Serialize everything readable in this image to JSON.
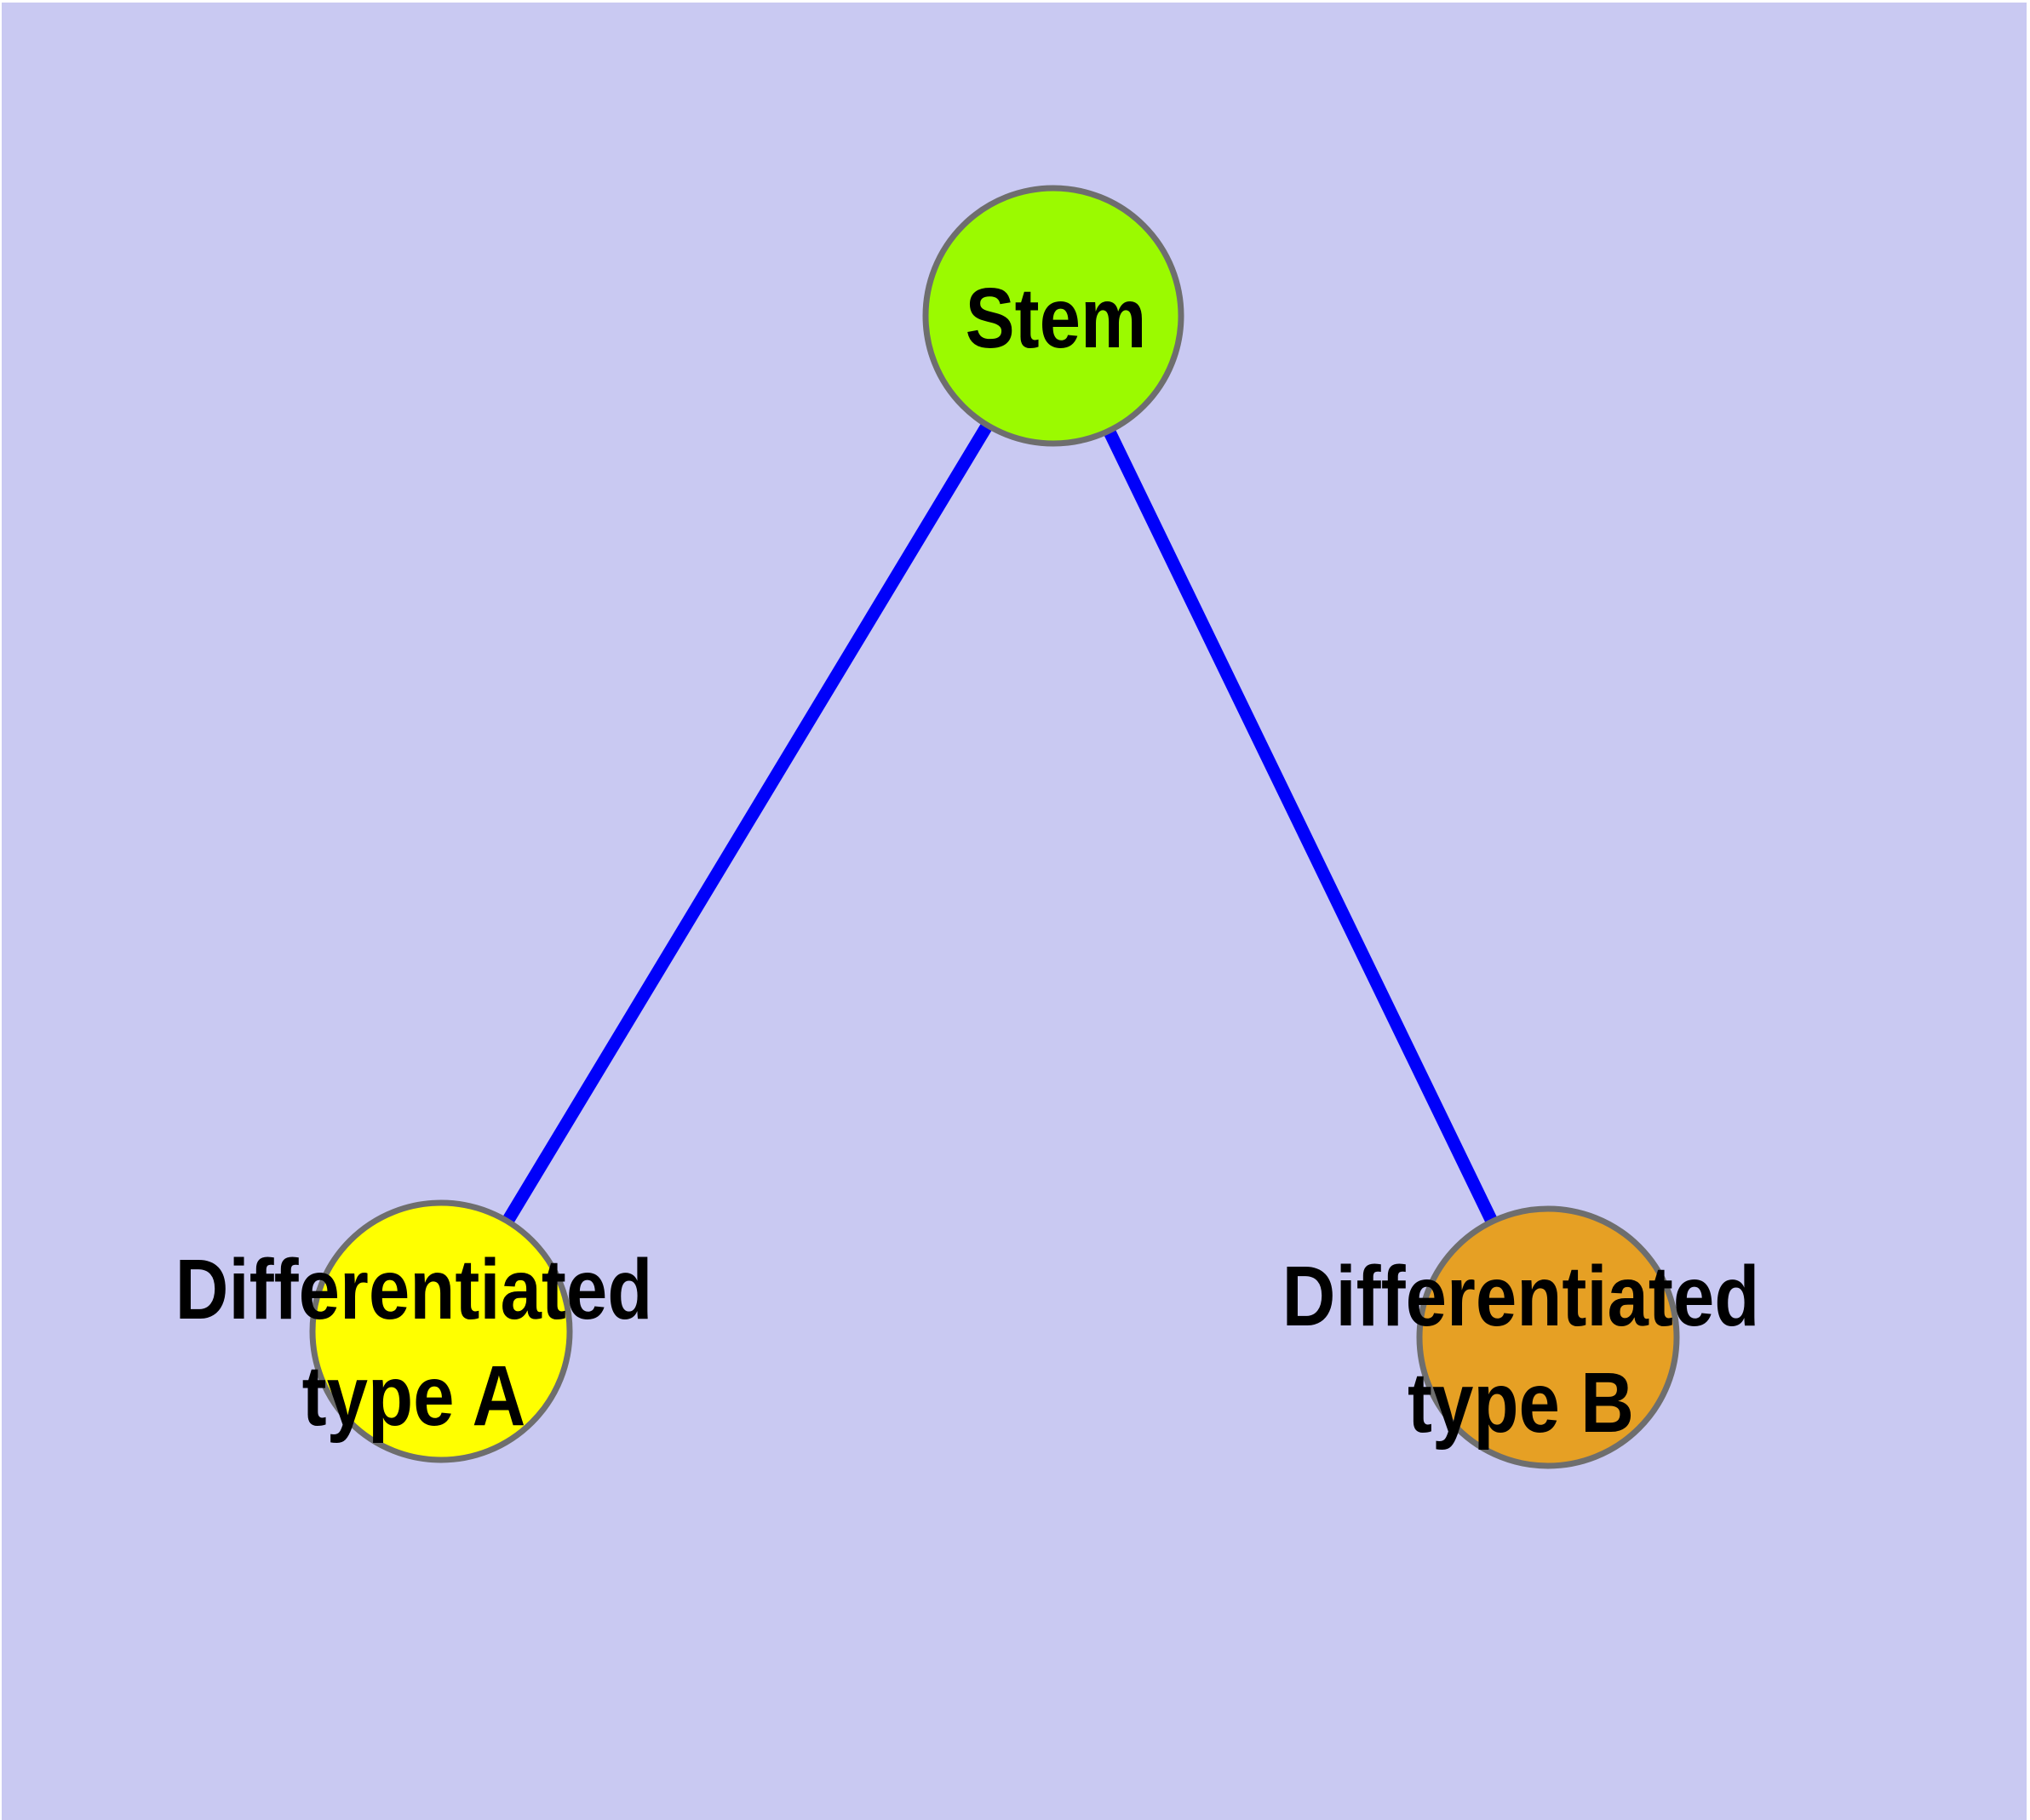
{
  "diagram": {
    "background_color": "#C9C9F2",
    "edge_color": "#0000FA",
    "node_border_color": "#6E6E6E",
    "label_color": "#000000",
    "nodes": [
      {
        "id": "stem",
        "lines": [
          "Stem"
        ],
        "color": "#9BFA00"
      },
      {
        "id": "differentiated-type-a",
        "lines": [
          "Differentiated",
          "type A"
        ],
        "color": "#FFFF00"
      },
      {
        "id": "differentiated-type-b",
        "lines": [
          "Differentiated",
          "type B"
        ],
        "color": "#E6A024"
      }
    ],
    "edges": [
      {
        "from": "Stem",
        "to": "Differentiated type A"
      },
      {
        "from": "Stem",
        "to": "Differentiated type B"
      }
    ]
  }
}
